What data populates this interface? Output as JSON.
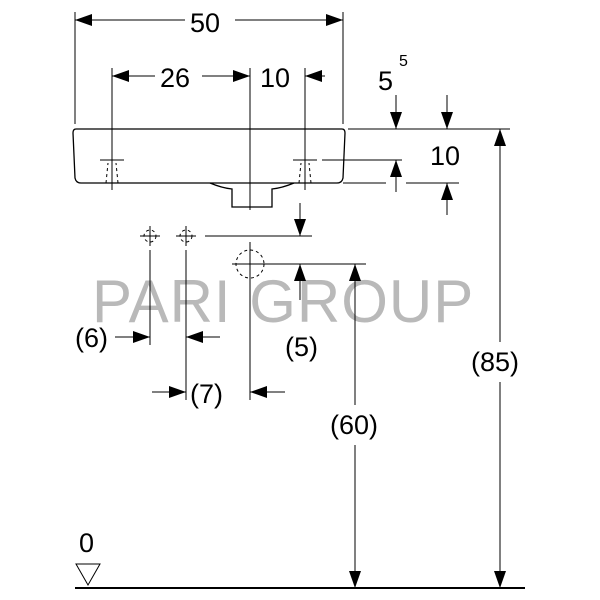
{
  "watermark": "PARI GROUP",
  "dimensions": {
    "total_width": "50",
    "tap_spacing": "26",
    "tap_to_center": "10",
    "rim_thickness_base": "5",
    "rim_thickness_sup": "5",
    "basin_height": "10",
    "drain_offset": "(5)",
    "supply_left": "(6)",
    "supply_right": "(7)",
    "drain_height": "(60)",
    "rim_height": "(85)",
    "floor_level": "0"
  },
  "colors": {
    "line": "#000000",
    "watermark": "#b9b9b9"
  }
}
